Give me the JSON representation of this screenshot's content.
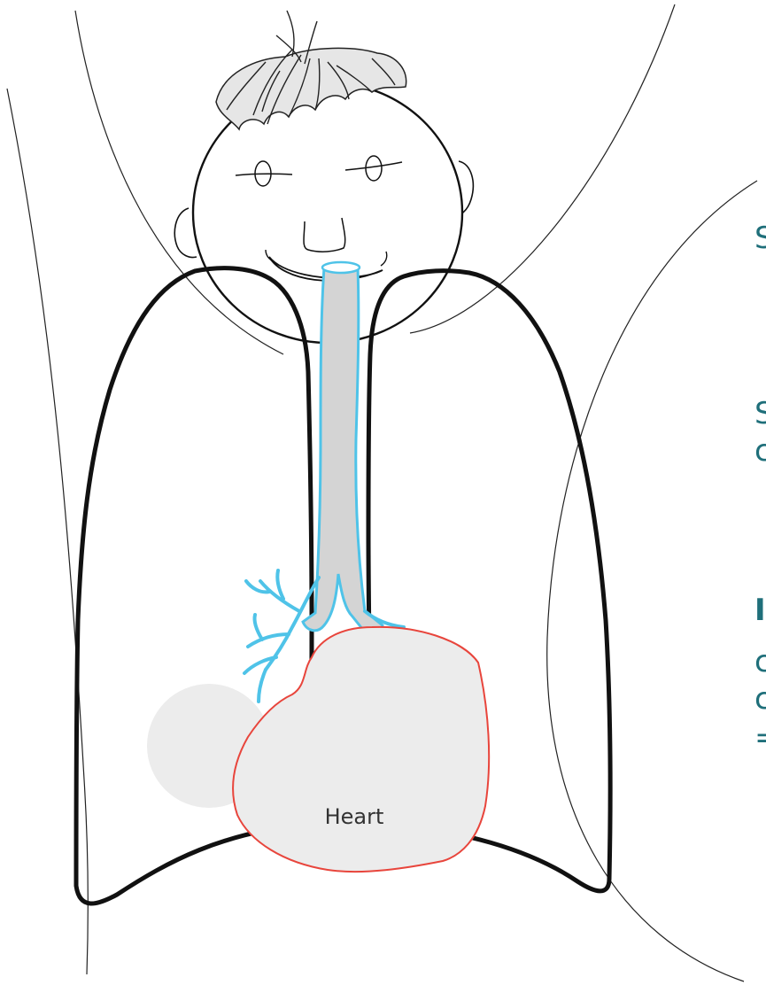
{
  "diagram": {
    "heart_label": "Heart",
    "colors": {
      "lung_outline": "#111111",
      "airway_outline": "#4fc3e8",
      "airway_fill": "#d4d4d4",
      "heart_outline": "#e8453c",
      "heart_fill": "#ececec",
      "body_outline": "#222222",
      "side_text": "#1f6f7a"
    }
  },
  "side_text_fragments": [
    {
      "text": "S",
      "emphasis": false
    },
    {
      "text": "S",
      "emphasis": false
    },
    {
      "text": "c",
      "emphasis": false
    },
    {
      "text": "I",
      "emphasis": true
    },
    {
      "text": "c",
      "emphasis": false
    },
    {
      "text": "c",
      "emphasis": false
    },
    {
      "text": "=",
      "emphasis": false
    }
  ]
}
